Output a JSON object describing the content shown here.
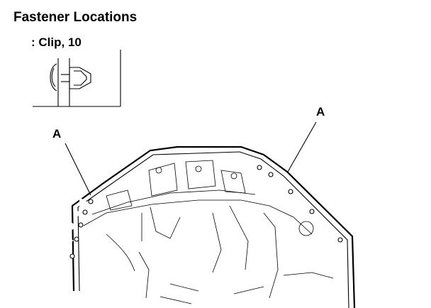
{
  "title": "Fastener Locations",
  "legend": {
    "text": ": Clip, 10",
    "icon": "triangle-outline-icon"
  },
  "callouts": [
    "A",
    "A"
  ]
}
